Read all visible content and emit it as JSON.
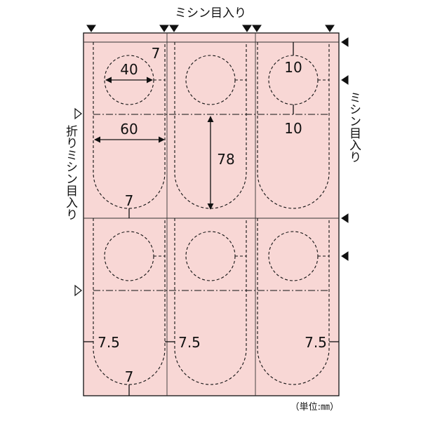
{
  "labels": {
    "top_perforation": "ミシン目入り",
    "right_perforation": "ミシン目入り",
    "left_fold_perforation": "折りミシン目入り",
    "unit": "（単位:㎜）"
  },
  "dimensions": {
    "margin_top": "7",
    "circle_diameter": "40",
    "circle_offset_top": "10",
    "circle_offset_bottom": "10",
    "card_width": "60",
    "tab_length": "78",
    "margin_middle": "7",
    "side_left": "7.5",
    "side_middle": "7.5",
    "side_right": "7.5",
    "margin_bottom": "7"
  },
  "colors": {
    "sheet_fill": "#f8d7d5",
    "line": "#111111"
  },
  "icons": {
    "marker_filled": "black-triangle",
    "marker_open": "white-triangle"
  }
}
